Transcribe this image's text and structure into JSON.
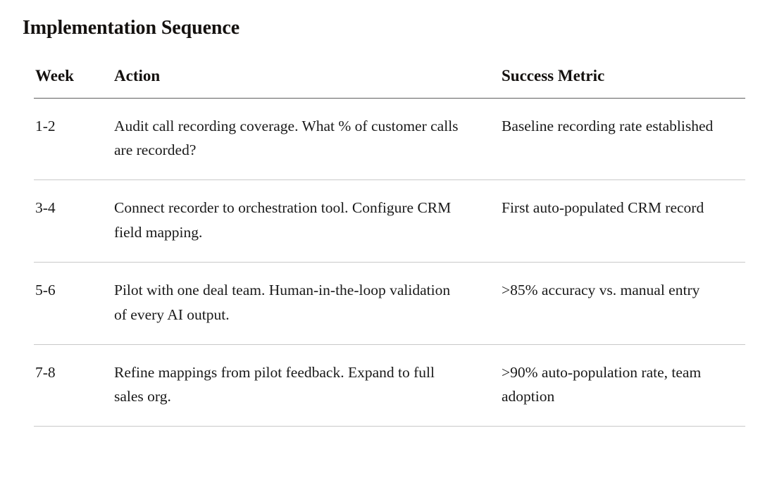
{
  "document": {
    "title": "Implementation Sequence"
  },
  "table": {
    "name": "implementation-sequence-table",
    "columns": [
      {
        "key": "week",
        "header": "Week"
      },
      {
        "key": "action",
        "header": "Action"
      },
      {
        "key": "metric",
        "header": "Success Metric"
      }
    ],
    "rows": [
      {
        "week": "1-2",
        "action": "Audit call recording coverage. What % of customer calls are recorded?",
        "metric": "Baseline recording rate established"
      },
      {
        "week": "3-4",
        "action": "Connect recorder to orchestration tool. Configure CRM field mapping.",
        "metric": "First auto-populated CRM record"
      },
      {
        "week": "5-6",
        "action": "Pilot with one deal team. Human-in-the-loop validation of every AI output.",
        "metric": ">85% accuracy vs. manual entry"
      },
      {
        "week": "7-8",
        "action": "Refine mappings from pilot feedback. Expand to full sales org.",
        "metric": ">90% auto-population rate, team adoption"
      }
    ]
  },
  "style": {
    "background_color": "#ffffff",
    "text_color": "#1a1a1a",
    "heading_color": "#14110f",
    "header_rule_color": "#5f5f5f",
    "row_rule_color": "#c9c9c9"
  }
}
